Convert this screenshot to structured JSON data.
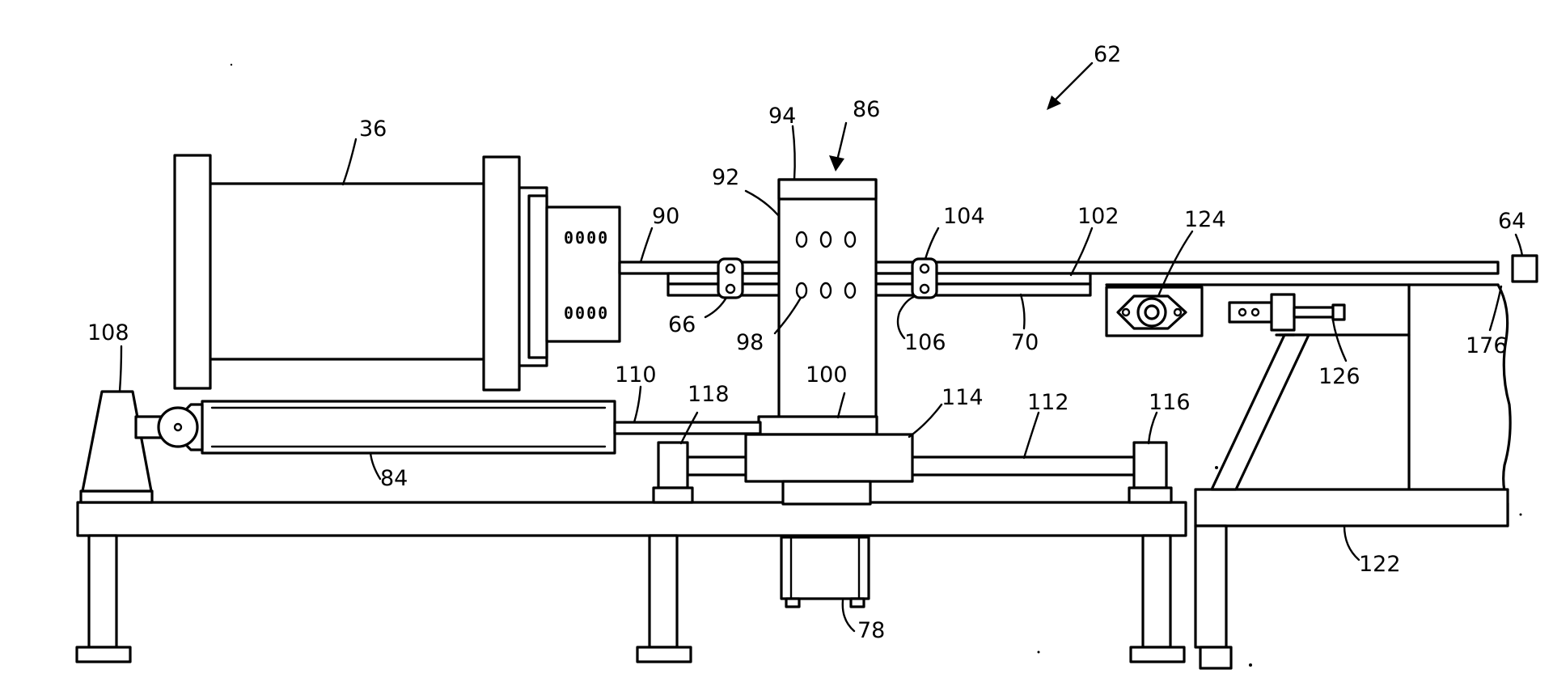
{
  "figure": {
    "reference_numerals": [
      "62",
      "36",
      "94",
      "86",
      "92",
      "90",
      "104",
      "102",
      "124",
      "64",
      "108",
      "66",
      "98",
      "106",
      "70",
      "176",
      "126",
      "110",
      "118",
      "100",
      "114",
      "112",
      "116",
      "84",
      "122",
      "78"
    ]
  },
  "labels": {
    "r62": "62",
    "r36": "36",
    "r94": "94",
    "r86": "86",
    "r92": "92",
    "r90": "90",
    "r104": "104",
    "r102": "102",
    "r124": "124",
    "r64": "64",
    "r108": "108",
    "r66": "66",
    "r98": "98",
    "r106": "106",
    "r70": "70",
    "r176": "176",
    "r126": "126",
    "r110": "110",
    "r118": "118",
    "r100": "100",
    "r114": "114",
    "r112": "112",
    "r116": "116",
    "r84": "84",
    "r122": "122",
    "r78": "78"
  },
  "port_marks": {
    "upper": "0000",
    "lower": "0000"
  }
}
